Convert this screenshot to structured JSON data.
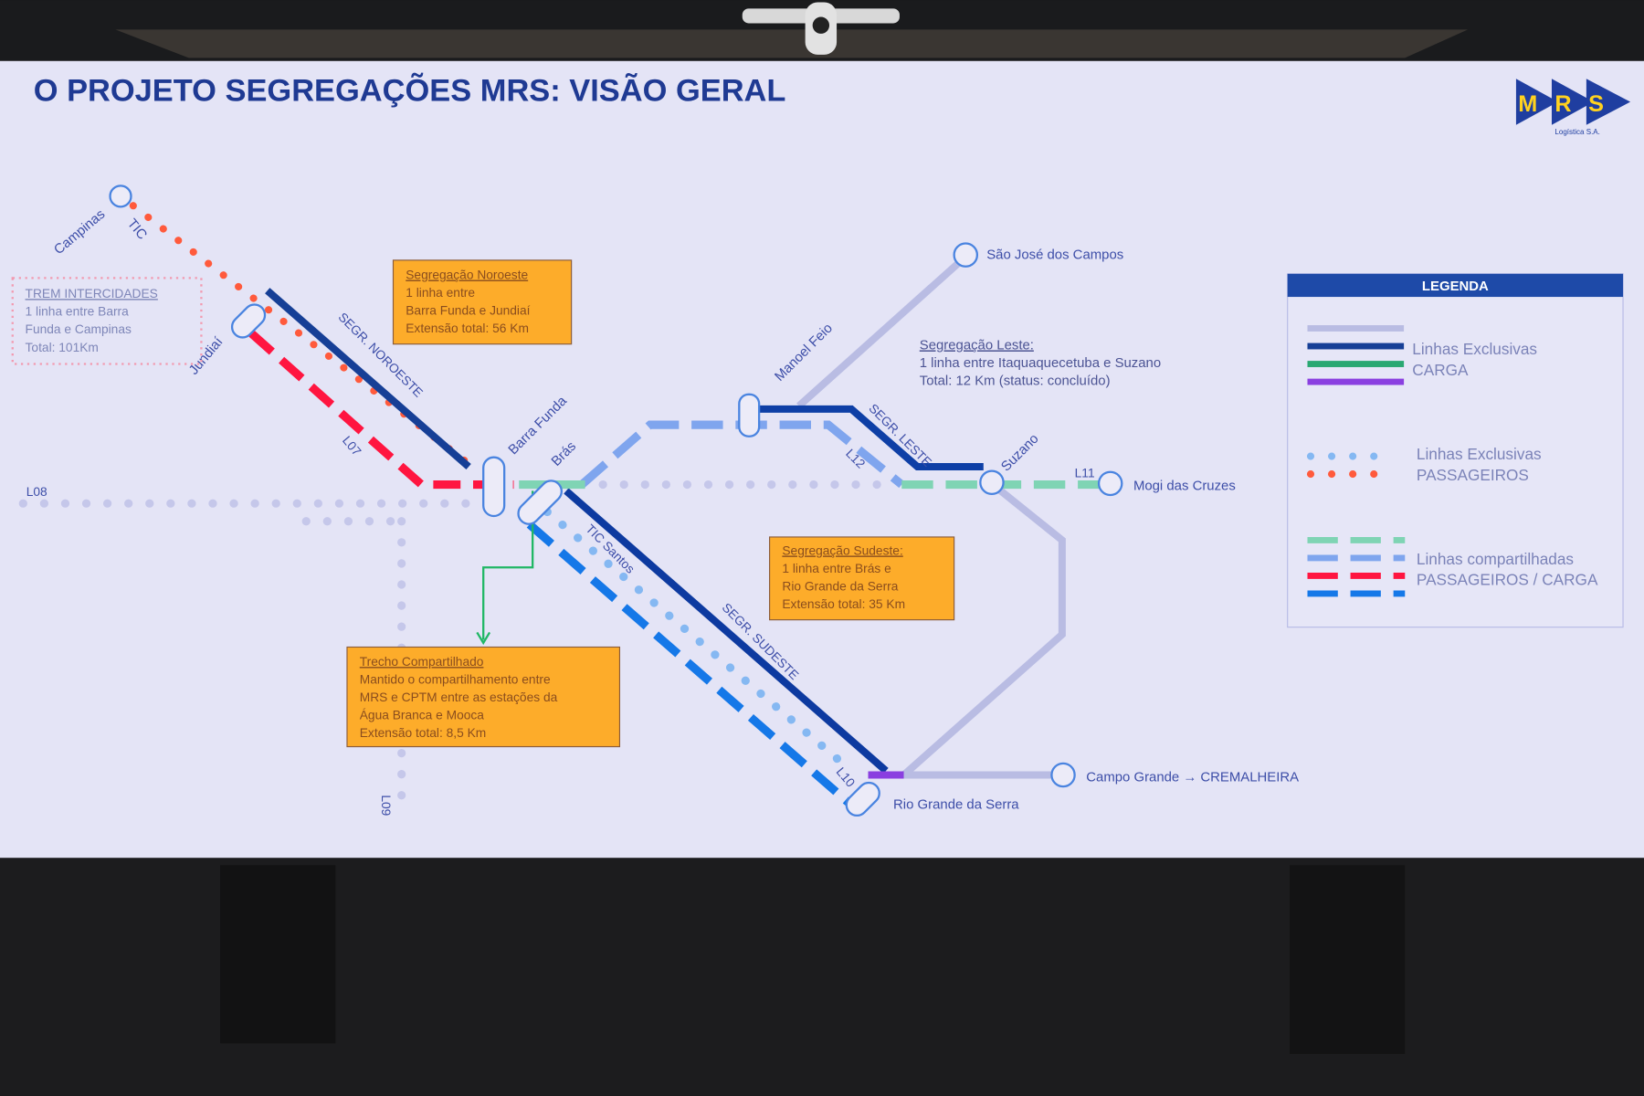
{
  "title": "O PROJETO SEGREGAÇÕES MRS: VISÃO GERAL",
  "logo": {
    "letters": [
      "M",
      "R",
      "S"
    ],
    "subtitle": "Logística S.A."
  },
  "stations": {
    "campinas": "Campinas",
    "tic": "TIC",
    "jundiai": "Jundiaí",
    "barra_funda": "Barra Funda",
    "bras": "Brás",
    "manoel_feio": "Manoel Feio",
    "sao_jose": "São José dos Campos",
    "suzano": "Suzano",
    "mogi": "Mogi das Cruzes",
    "rio_grande": "Rio Grande da Serra",
    "campo_grande": "Campo Grande → CREMALHEIRA",
    "tic_santos": "TIC Santos"
  },
  "line_labels": {
    "l07": "L07",
    "l08": "L08",
    "l09": "L09",
    "l10": "L10",
    "l11": "L11",
    "l12": "L12",
    "segr_noroeste": "SEGR. NOROESTE",
    "segr_leste": "SEGR. LESTE",
    "segr_sudeste": "SEGR. SUDESTE"
  },
  "boxes": {
    "intercidades": {
      "title": "TREM INTERCIDADES",
      "lines": [
        "1 linha entre Barra",
        "Funda e Campinas",
        "Total: 101Km"
      ]
    },
    "noroeste": {
      "title": "Segregação Noroeste",
      "lines": [
        "1 linha entre",
        "Barra Funda e Jundiaí",
        "Extensão total: 56 Km"
      ]
    },
    "leste": {
      "title": "Segregação Leste:",
      "lines": [
        "1 linha entre Itaquaquecetuba e Suzano",
        "Total: 12 Km  (status: concluído)"
      ]
    },
    "sudeste": {
      "title": "Segregação Sudeste:",
      "lines": [
        "1 linha entre Brás e",
        "Rio Grande da Serra",
        "Extensão total: 35 Km"
      ]
    },
    "trecho": {
      "title": "Trecho Compartilhado",
      "lines": [
        "Mantido o compartilhamento entre",
        "MRS e CPTM entre as estações da",
        "Água Branca e Mooca",
        "Extensão total: 8,5 Km"
      ]
    }
  },
  "legend": {
    "title": "LEGENDA",
    "carga": [
      "Linhas Exclusivas",
      "CARGA"
    ],
    "passageiros": [
      "Linhas Exclusivas",
      "PASSAGEIROS"
    ],
    "compartilhadas": [
      "Linhas compartilhadas",
      "PASSAGEIROS / CARGA"
    ]
  },
  "colors": {
    "navy": "#123c9c",
    "gray_line": "#b9bce3",
    "green": "#2aa872",
    "purple": "#8a3fe0",
    "light_blue_dot": "#85b8f2",
    "red_dot": "#ff5a3c",
    "mint": "#7fd4b4",
    "mid_blue": "#7fa5ee",
    "red": "#ff1540",
    "blue": "#1578e8",
    "orange": "#fdac2a",
    "screen": "#e3e3f6"
  }
}
